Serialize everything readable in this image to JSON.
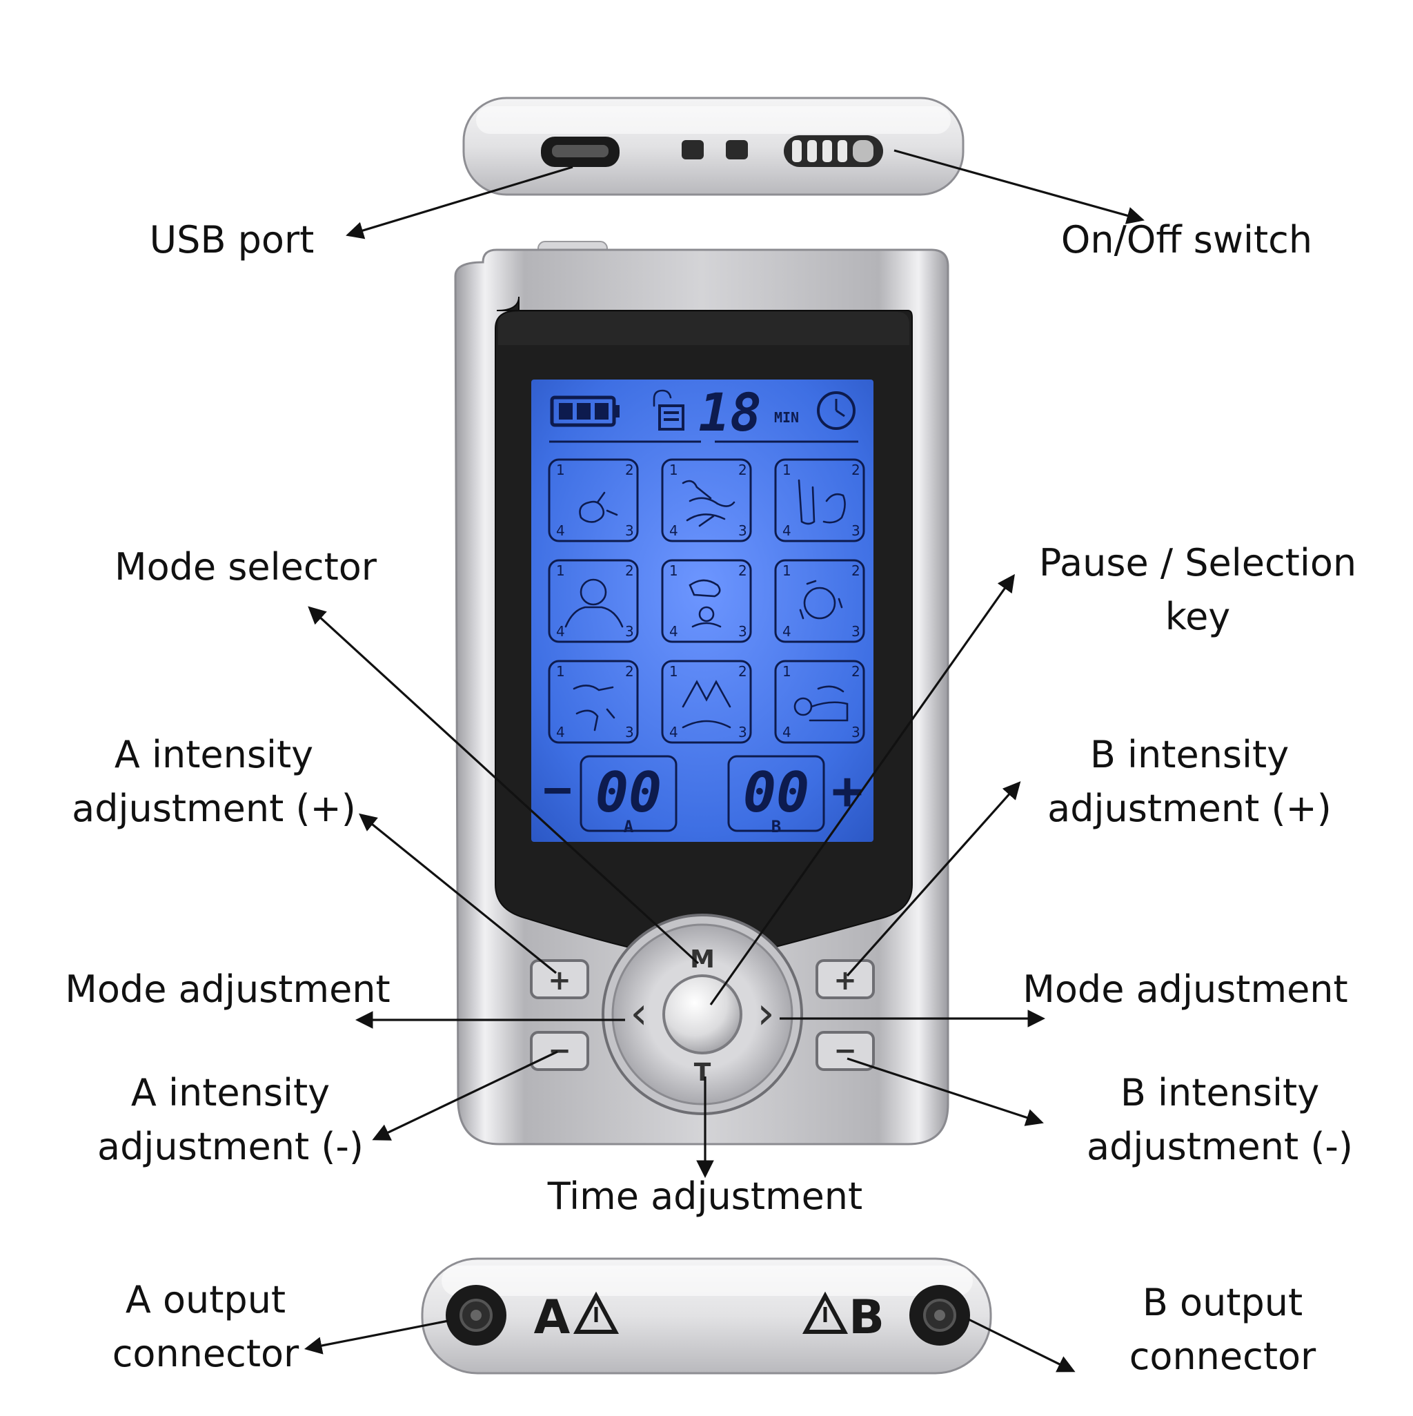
{
  "labels": {
    "usb_port": "USB port",
    "on_off_switch": "On/Off switch",
    "mode_selector": "Mode selector",
    "pause_selection_key_line1": "Pause / Selection",
    "pause_selection_key_line2": "key",
    "a_intensity_plus_line1": "A intensity",
    "a_intensity_plus_line2": "adjustment (+)",
    "b_intensity_plus_line1": "B intensity",
    "b_intensity_plus_line2": "adjustment (+)",
    "mode_adjustment_left": "Mode adjustment",
    "mode_adjustment_right": "Mode adjustment",
    "a_intensity_minus_line1": "A intensity",
    "a_intensity_minus_line2": "adjustment (-)",
    "b_intensity_minus_line1": "B intensity",
    "b_intensity_minus_line2": "adjustment (-)",
    "time_adjustment": "Time adjustment",
    "a_output_line1": "A output",
    "a_output_line2": "connector",
    "b_output_line1": "B output",
    "b_output_line2": "connector"
  },
  "device": {
    "lcd_timer": "18",
    "lcd_timer_unit": "MIN",
    "channel_a_value": "00",
    "channel_b_value": "00",
    "channel_a_letter": "A",
    "channel_b_letter": "B",
    "lcd_minus": "−",
    "lcd_plus": "+",
    "mode_key_letter": "M",
    "time_key_letter": "T",
    "left_nav_glyph": "‹",
    "right_nav_glyph": "›",
    "plus_key": "+",
    "minus_key": "−",
    "bottom_label_a": "A",
    "bottom_label_b": "B",
    "tile_corner_numbers": [
      "1",
      "2",
      "3",
      "4"
    ],
    "mode_tiles": 9
  },
  "colors": {
    "lcd_blue": "#3a6ee0",
    "lcd_ink": "#0d1b4e",
    "body_silver": "#c9c9cc",
    "bezel_black": "#1e1e1e"
  }
}
